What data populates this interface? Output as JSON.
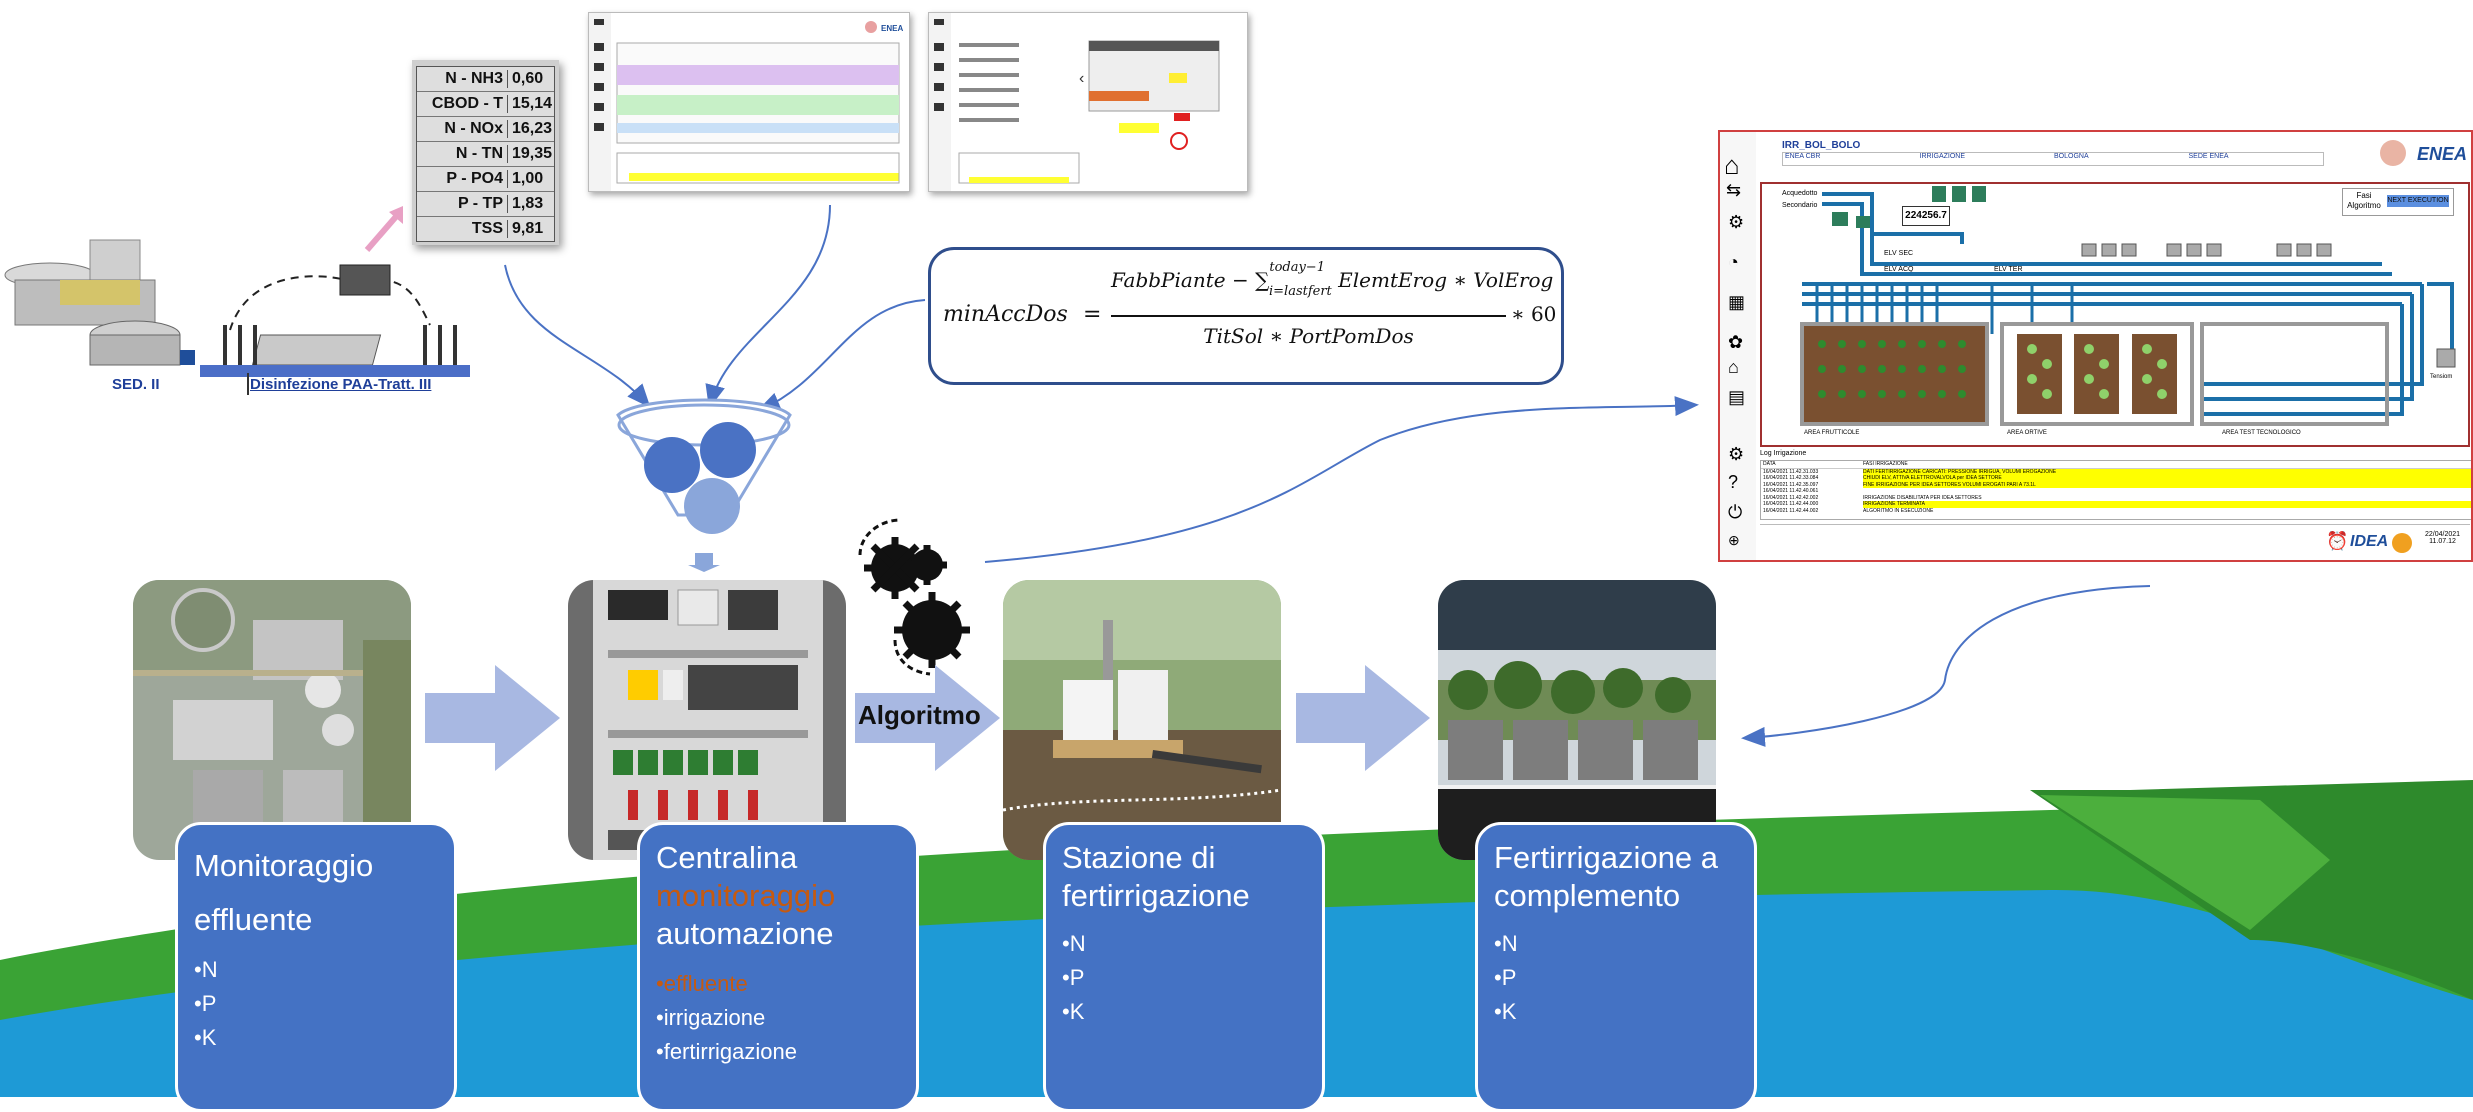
{
  "colors": {
    "card_blue": "#4472c4",
    "green_wave": "#3aa335",
    "blue_wave": "#1e9ad6",
    "arrow": "#a8b8e2",
    "accent_orange": "#c55a11",
    "highlight_yellow": "#ffff00"
  },
  "treatment_plant": {
    "label_sed": "SED. II",
    "label_disinfection": "Disinfezione PAA-Tratt. III"
  },
  "analyzer_table": [
    {
      "param": "N - NH3",
      "value": "0,60"
    },
    {
      "param": "CBOD - T",
      "value": "15,14"
    },
    {
      "param": "N - NOx",
      "value": "16,23"
    },
    {
      "param": "N - TN",
      "value": "19,35"
    },
    {
      "param": "P - PO4",
      "value": "1,00"
    },
    {
      "param": "P - TP",
      "value": "1,83"
    },
    {
      "param": "TSS",
      "value": "9,81"
    }
  ],
  "formula": {
    "lhs": "minAccDos",
    "numerator_a": "FabbPiante − ",
    "sum_sym": "∑",
    "sum_upper": "today−1",
    "sum_lower": "i=lastfert",
    "numerator_b": " ElemtErog ∗ VolErog",
    "denominator": "TitSol ∗ PortPomDos",
    "multiplier": "∗ 60"
  },
  "algorithm_label": "Algoritmo",
  "scada": {
    "title": "IRR_BOL_BOLO",
    "fields": [
      "ENEA CBR",
      "IRRIGAZIONE",
      "BOLOGNA",
      "SEDE ENEA"
    ],
    "logo": "ENEA",
    "sources": [
      "Acquedotto",
      "Secondario"
    ],
    "counter": "224256.7",
    "valves": [
      "ELV SEC",
      "ELV ACQ",
      "ELV TER"
    ],
    "fasi_label": "Fasi Algoritmo",
    "next_execution_button": "NEXT EXECUTION",
    "areas": [
      "AREA FRUTTICOLE",
      "AREA ORTIVE",
      "AREA TEST TECNOLOGICO"
    ],
    "tensiometer_label": "Tensiom",
    "log_title": "Log Irrigazione",
    "log_header": [
      "DATA",
      "FASI IRRIGAZIONE"
    ],
    "log_rows": [
      {
        "time": "16/04/2021 11.42.31.033",
        "text": "DATI FERTIRRIGAZIONE CARICATI: PRESSIONE IRRIGUA, VOLUMI EROGAZIONE",
        "hl": true
      },
      {
        "time": "16/04/2021 11.42.33.084",
        "text": "CHIUDI ELV, ATTIVA ELETTROVALVOLA per IDEA SETTORE",
        "hl": true
      },
      {
        "time": "16/04/2021 11.42.35.097",
        "text": "FINE IRRIGAZIONE PER IDEA SETTORES VOLUMI EROGATI PARI A 73.1L",
        "hl": true
      },
      {
        "time": "16/04/2021 11.42.40.061",
        "text": "",
        "hl": false
      },
      {
        "time": "16/04/2021 11.42.42.002",
        "text": "IRRIGAZIONE DISABILITATA PER IDEA SETTORES",
        "hl": false
      },
      {
        "time": "16/04/2021 11.42.44.000",
        "text": "IRRIGAZIONE TERMINATA",
        "hl": true
      },
      {
        "time": "16/04/2021 11.42.44.002",
        "text": "ALGORITMO IN ESECUZIONE",
        "hl": false
      }
    ],
    "footer_logo": "IDEA",
    "footer_date": "22/04/2021",
    "footer_time": "11.07.12"
  },
  "cards": [
    {
      "title": "Monitoraggio effluente",
      "title_line1": "Monitoraggio",
      "title_line2": "effluente",
      "items": [
        "N",
        "P",
        "K"
      ]
    },
    {
      "title_line1": "Centralina",
      "title_line2": "monitoraggio",
      "title_line3": "automazione",
      "items": [
        "effluente",
        "irrigazione",
        "fertirrigazione"
      ]
    },
    {
      "title_line1": "Stazione di",
      "title_line2": "fertirrigazione",
      "items": [
        "N",
        "P",
        "K"
      ]
    },
    {
      "title_line1": "Fertirrigazione a",
      "title_line2": "complemento",
      "items": [
        "N",
        "P",
        "K"
      ]
    }
  ],
  "photos": [
    "wastewater-plant-aerial",
    "control-panel",
    "fertigation-station",
    "fertigated-crates"
  ]
}
